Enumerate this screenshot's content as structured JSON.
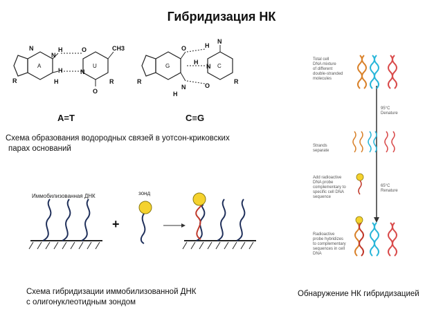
{
  "title": "Гибридизация НК",
  "base_pairs": {
    "pair_at_label": "A=T",
    "pair_cg_label": "C≡G",
    "caption_line1": "Схема образования водородных связей в уотсон-криковских",
    "caption_line2": "парах оснований",
    "ring_labels": {
      "a": "A",
      "u": "U",
      "g": "G",
      "c": "C"
    },
    "atoms": {
      "h": "H",
      "n": "N",
      "o": "O",
      "r": "R",
      "ch3": "CH3"
    }
  },
  "immobilized": {
    "label": "Иммобилизованная ДНК",
    "probe_label": "зонд",
    "plus": "+",
    "caption_line1": "Схема гибридизации иммобилизованной ДНК",
    "caption_line2": "с олигонуклеотидным зондом"
  },
  "detection": {
    "step1": [
      "Total cell",
      "DNA mixture",
      "of different",
      "double-stranded",
      "molecules"
    ],
    "step2": [
      "Strands",
      "separate"
    ],
    "step3": [
      "Add radioactive",
      "DNA probe",
      "complementary to",
      "specific cell DNA",
      "sequence"
    ],
    "step4": [
      "Radioactive",
      "probe hybridizes",
      "to complementary",
      "sequences in cell",
      "DNA"
    ],
    "temp1": [
      "95°C",
      "Denature"
    ],
    "temp2": [
      "65°C",
      "Renature"
    ],
    "caption": "Обнаружение НК гибридизацией"
  },
  "colors": {
    "helix_orange": "#d9822b",
    "helix_cyan": "#29b6d9",
    "helix_red": "#d94b4b",
    "helix_navy": "#1f2f5a",
    "probe_yellow": "#f5d22e",
    "probe_strand": "#c0392b"
  }
}
